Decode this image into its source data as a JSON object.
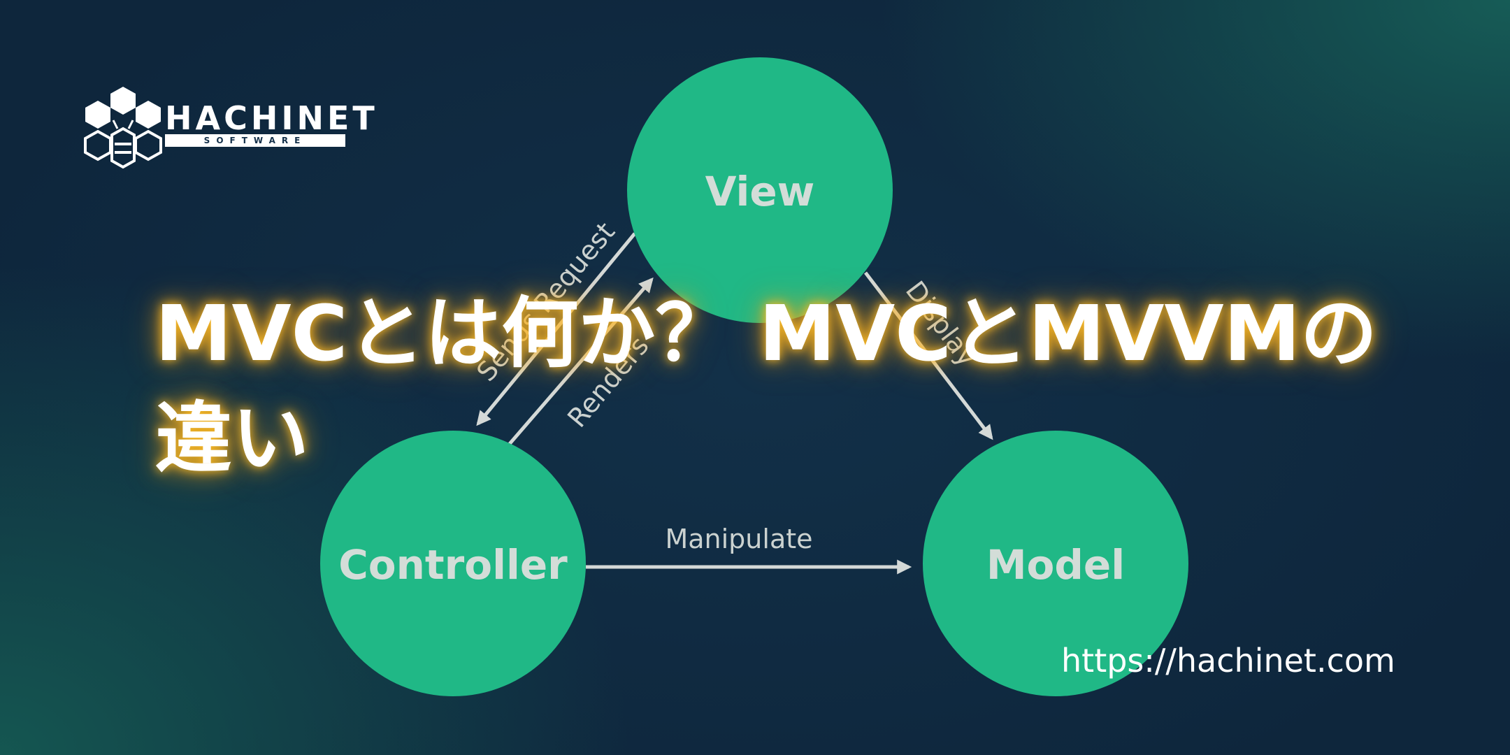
{
  "brand": {
    "name": "HACHINET",
    "tagline": "SOFTWARE"
  },
  "headline": {
    "text": "MVCとは何か？ MVCとMVVMの違い"
  },
  "website": {
    "url": "https://hachinet.com"
  },
  "diagram": {
    "nodes": [
      {
        "id": "view",
        "label": "View"
      },
      {
        "id": "controller",
        "label": "Controller"
      },
      {
        "id": "model",
        "label": "Model"
      }
    ],
    "edges": [
      {
        "from": "view",
        "to": "controller",
        "label": "Sends Request"
      },
      {
        "from": "controller",
        "to": "view",
        "label": "Renders"
      },
      {
        "from": "view",
        "to": "model",
        "label": "Display"
      },
      {
        "from": "controller",
        "to": "model",
        "label": "Manipulate"
      }
    ]
  },
  "colors": {
    "node_fill": "#20b886",
    "node_label": "#d3ddd8",
    "arrow": "#d4d9d7",
    "headline_glow": "#ffb81f",
    "background": "#0f2a40"
  }
}
